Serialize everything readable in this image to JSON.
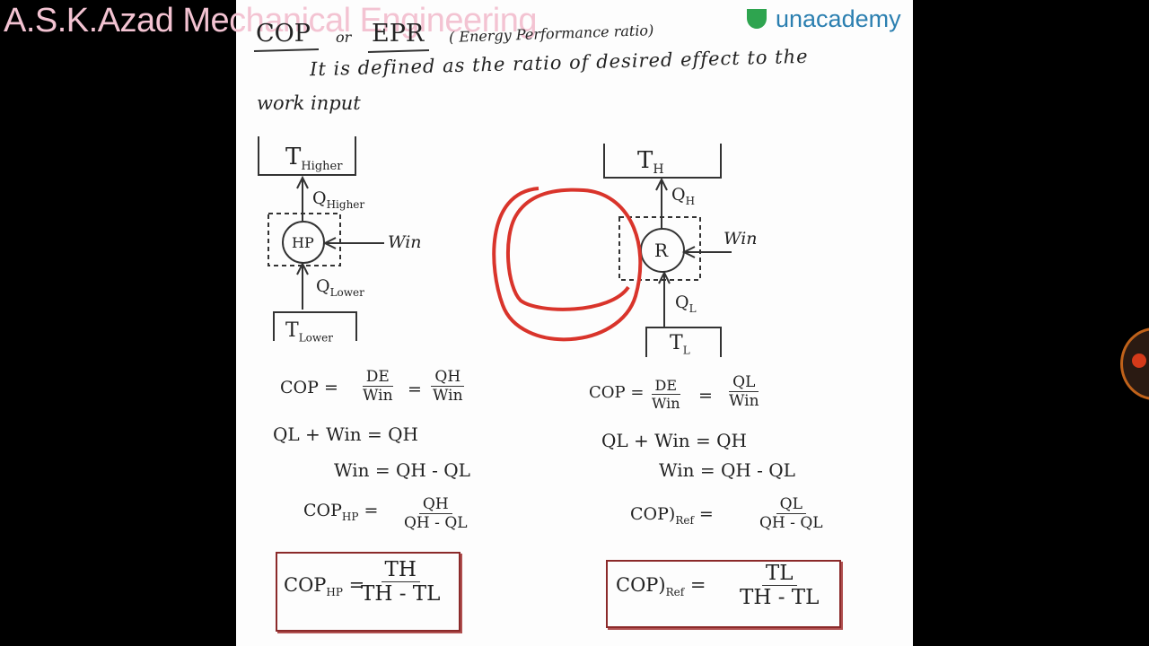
{
  "watermark": "A.S.K.Azad Mechanical Engineering",
  "brand": {
    "name": "unacademy",
    "icon": "unacademy-logo-icon",
    "color": "#2b7fb0"
  },
  "notes": {
    "heading_cop": "COP",
    "heading_or": "or",
    "heading_epr": "EPR",
    "heading_expansion": "( Energy Performance ratio)",
    "definition_line1": "It is defined as the ratio of desired effect to the",
    "definition_line2": "work input"
  },
  "heat_pump": {
    "t_high": "T",
    "t_high_sub": "Higher",
    "q_high": "Q",
    "q_high_sub": "Higher",
    "device": "HP",
    "w_in": "Win",
    "q_low": "Q",
    "q_low_sub": "Lower",
    "t_low": "T",
    "t_low_sub": "Lower"
  },
  "refrigerator": {
    "t_h": "T",
    "t_h_sub": "H",
    "q_h": "Q",
    "q_h_sub": "H",
    "device": "R",
    "w_in": "Win",
    "q_l": "Q",
    "q_l_sub": "L",
    "t_l": "T",
    "t_l_sub": "L"
  },
  "hp_equations": {
    "cop_lhs": "COP =",
    "de": "DE",
    "win": "Win",
    "eq": "=",
    "qh": "QH",
    "energy_balance": "QL + Win = QH",
    "win_eq": "Win = QH - QL",
    "cop_hp": "COP",
    "cop_hp_sub": "HP",
    "qh_minus_ql": "QH - QL",
    "final_lhs": "COP",
    "final_sub": "HP",
    "th": "TH",
    "th_minus_tl": "TH - TL"
  },
  "r_equations": {
    "cop_lhs": "COP =",
    "de": "DE",
    "win": "Win",
    "eq": "=",
    "ql": "QL",
    "energy_balance": "QL + Win = QH",
    "win_eq": "Win = QH - QL",
    "cop_ref": "COP)",
    "cop_ref_sub": "Ref",
    "qh_minus_ql": "QH - QL",
    "final_lhs": "COP)",
    "final_sub": "Ref",
    "tl": "TL",
    "th_minus_tl": "TH - TL"
  },
  "colors": {
    "annotation": "#d9342b",
    "box": "#8b2a2a",
    "ink": "#222222"
  }
}
